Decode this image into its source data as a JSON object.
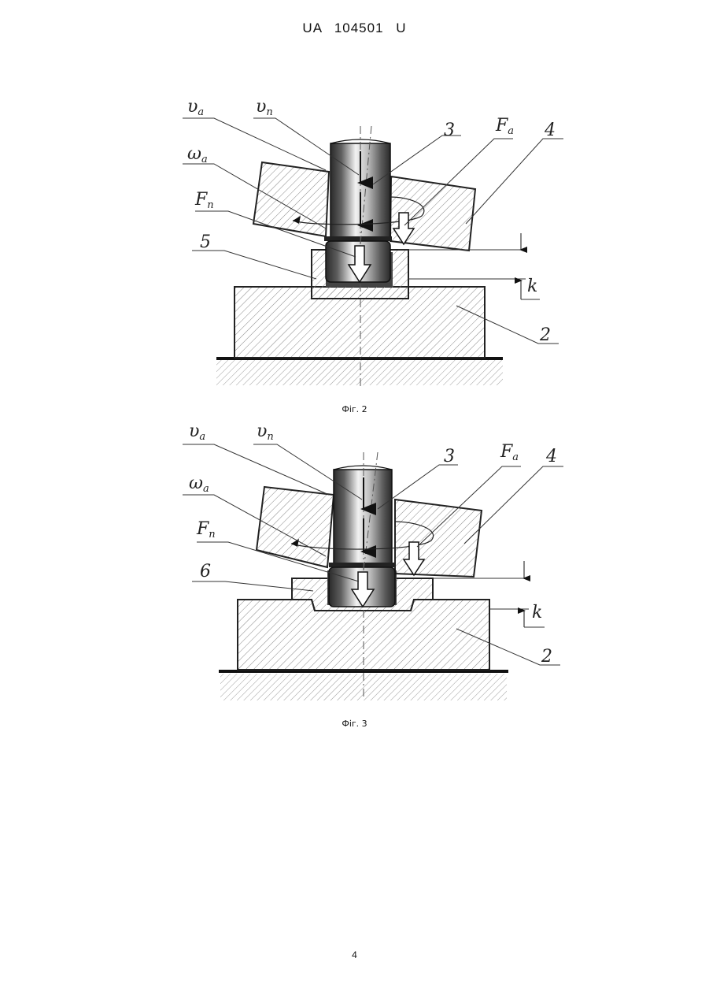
{
  "header": {
    "doc_id": "UA   104501   U"
  },
  "figures": [
    {
      "caption": "Фіг. 2",
      "labels": {
        "va": "υ",
        "va_sub": "a",
        "vn": "υ",
        "vn_sub": "n",
        "omega": "ω",
        "omega_sub": "a",
        "Fn": "F",
        "Fn_sub": "n",
        "Fa": "F",
        "Fa_sub": "a",
        "part3": "3",
        "part4": "4",
        "part5": "5",
        "part2": "2",
        "k": "k"
      }
    },
    {
      "caption": "Фіг. 3",
      "labels": {
        "va": "υ",
        "va_sub": "a",
        "vn": "υ",
        "vn_sub": "n",
        "omega": "ω",
        "omega_sub": "a",
        "Fn": "F",
        "Fn_sub": "n",
        "Fa": "F",
        "Fa_sub": "a",
        "part3": "3",
        "part4": "4",
        "part6": "6",
        "part2": "2",
        "k": "k"
      }
    }
  ],
  "page_number": "4"
}
